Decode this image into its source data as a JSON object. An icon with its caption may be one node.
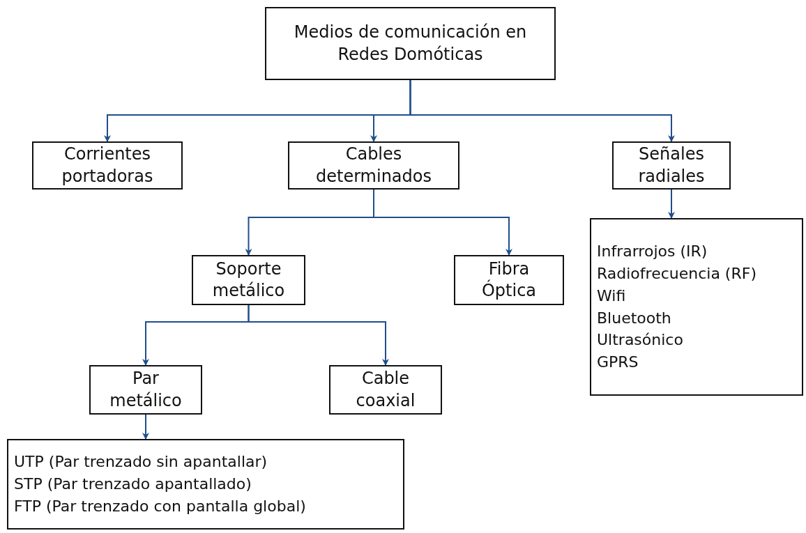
{
  "diagram": {
    "nodes": [
      {
        "text": [
          "Medios de comunicación en Redes Domóticas"
        ]
      },
      {
        "text": [
          "Corrientes portadoras"
        ]
      },
      {
        "text": [
          "Cables determinados"
        ]
      },
      {
        "text": [
          "Señales radiales"
        ]
      },
      {
        "text": [
          "Soporte metálico"
        ]
      },
      {
        "text": [
          "Fibra Óptica"
        ]
      },
      {
        "text": [
          "Par metálico"
        ]
      },
      {
        "text": [
          "Cable coaxial"
        ]
      },
      {
        "text": [
          "UTP (Par trenzado sin apantallar)",
          "STP (Par trenzado apantallado)",
          "FTP (Par trenzado con pantalla global)"
        ]
      },
      {
        "text": [
          "Infrarrojos (IR)",
          "Radiofrecuencia (RF)",
          "Wifi",
          "Bluetooth",
          "Ultrasónico",
          "GPRS"
        ]
      }
    ],
    "edges": [
      {
        "from": 0,
        "to": 1,
        "arrow": "to"
      },
      {
        "from": 0,
        "to": 2,
        "arrow": "to"
      },
      {
        "from": 0,
        "to": 3,
        "arrow": "to"
      },
      {
        "from": 2,
        "to": 4,
        "arrow": "to"
      },
      {
        "from": 2,
        "to": 5,
        "arrow": "to"
      },
      {
        "from": 4,
        "to": 6,
        "arrow": "to"
      },
      {
        "from": 4,
        "to": 7,
        "arrow": "to"
      },
      {
        "from": 6,
        "to": 8,
        "arrow": "to"
      },
      {
        "from": 3,
        "to": 9,
        "arrow": "to"
      }
    ]
  }
}
